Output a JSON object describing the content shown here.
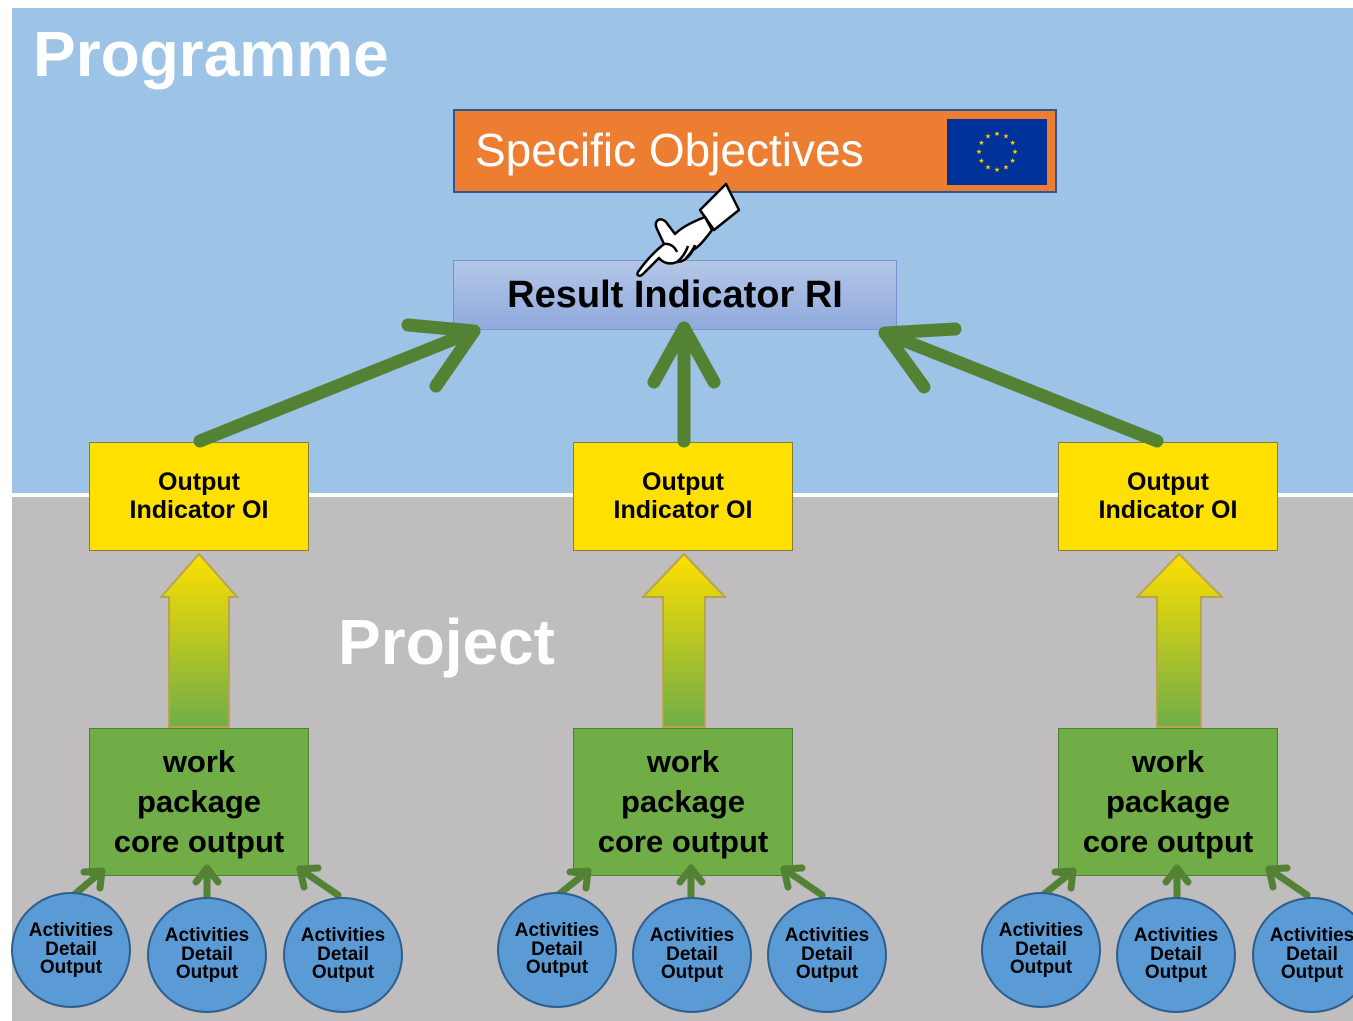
{
  "labels": {
    "programme": "Programme",
    "project": "Project"
  },
  "specific_objectives": {
    "label": "Specific Objectives",
    "flag_icon": "eu-flag-icon"
  },
  "result_indicator": {
    "label": "Result Indicator RI",
    "pointer_icon": "pointing-hand-icon"
  },
  "output_indicators": [
    {
      "label": "Output\nIndicator OI"
    },
    {
      "label": "Output\nIndicator OI"
    },
    {
      "label": "Output\nIndicator OI"
    }
  ],
  "work_packages": [
    {
      "label": "work\npackage\ncore output"
    },
    {
      "label": "work\npackage\ncore output"
    },
    {
      "label": "work\npackage\ncore output"
    }
  ],
  "activities": [
    "Activities\nDetail\nOutput",
    "Activities\nDetail\nOutput",
    "Activities\nDetail\nOutput",
    "Activities\nDetail\nOutput",
    "Activities\nDetail\nOutput",
    "Activities\nDetail\nOutput",
    "Activities\nDetail\nOutput",
    "Activities\nDetail\nOutput",
    "Activities\nDetail\nOutput"
  ],
  "colors": {
    "programme_bg": "#9dc3e6",
    "project_bg": "#bfbdbd",
    "specific_objectives": "#ed7d31",
    "result_indicator": "#8faadc",
    "output_indicator": "#ffe000",
    "work_package": "#70ad47",
    "activity": "#5b9bd5",
    "arrow_green": "#548235"
  }
}
